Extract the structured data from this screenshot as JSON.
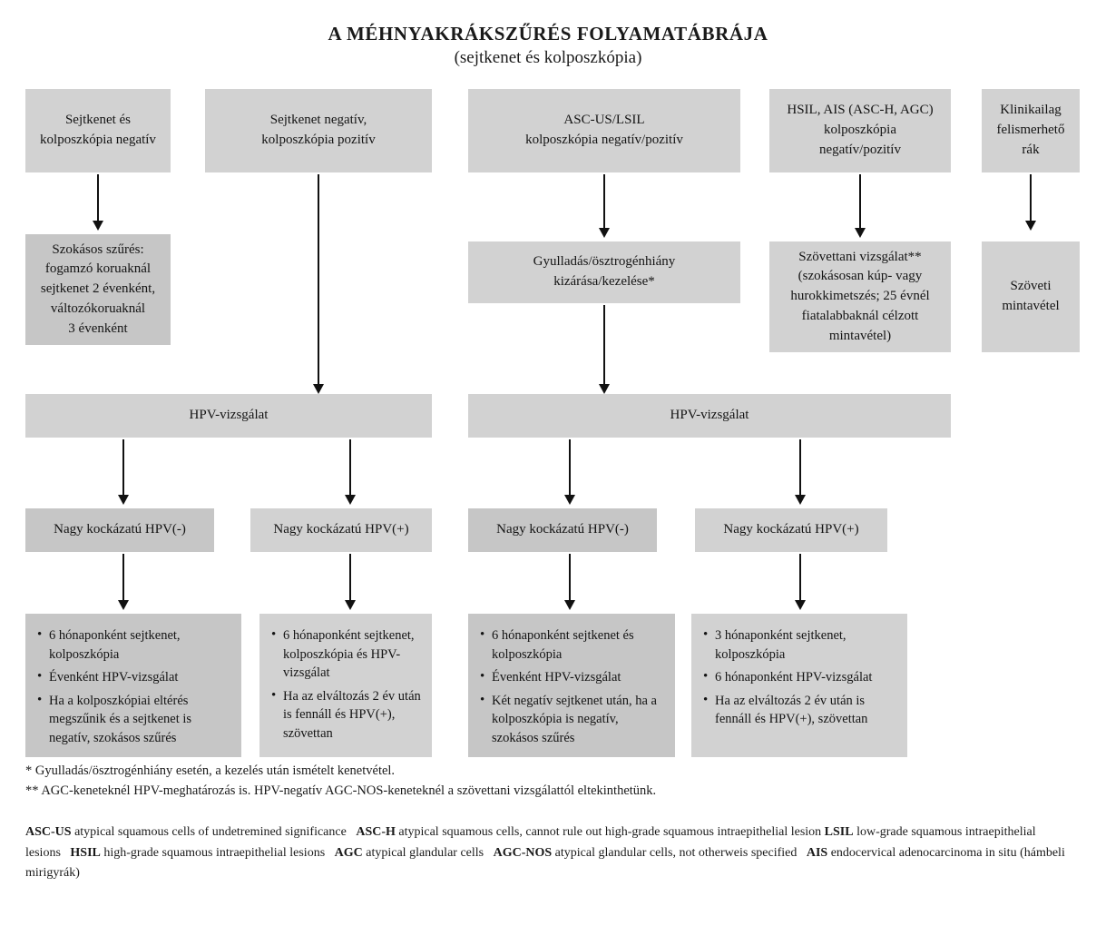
{
  "title": {
    "main": "A MÉHNYAKRÁKSZŰRÉS FOLYAMATÁBRÁJA",
    "sub": "(sejtkenet és kolposzkópia)"
  },
  "colors": {
    "box_fill": "#d2d2d2",
    "box_fill_dark": "#c6c6c6",
    "arrow": "#111111",
    "text": "#141414",
    "page_background": "#ffffff"
  },
  "nodes": {
    "top1": {
      "lines": [
        "Sejtkenet és",
        "kolposzkópia negatív"
      ]
    },
    "top2": {
      "lines": [
        "Sejtkenet negatív,",
        "kolposzkópia pozitív"
      ]
    },
    "top3": {
      "lines": [
        "ASC-US/LSIL",
        "kolposzkópia negatív/pozitív"
      ]
    },
    "top4": {
      "lines": [
        "HSIL, AIS (ASC-H, AGC)",
        "kolposzkópia",
        "negatív/pozitív"
      ]
    },
    "top5": {
      "lines": [
        "Klinikailag",
        "felismerhető",
        "rák"
      ]
    },
    "row2_screening": {
      "lines": [
        "Szokásos szűrés:",
        "fogamzó koruaknál",
        "sejtkenet 2 évenként,",
        "változókoruaknál",
        "3 évenként"
      ]
    },
    "row2_inflammation": {
      "lines": [
        "Gyulladás/ösztrogénhiány",
        "kizárása/kezelése*"
      ]
    },
    "row2_histology": {
      "lines": [
        "Szövettani vizsgálat**",
        "(szokásosan kúp- vagy",
        "hurokkimetszés; 25 évnél",
        "fiatalabbaknál célzott",
        "mintavétel)"
      ]
    },
    "row2_tissue_sample": {
      "lines": [
        "Szöveti",
        "mintavétel"
      ]
    },
    "hpv_left": {
      "lines": [
        "HPV-vizsgálat"
      ]
    },
    "hpv_right": {
      "lines": [
        "HPV-vizsgálat"
      ]
    },
    "hr_neg_left": {
      "lines": [
        "Nagy kockázatú HPV(-)"
      ]
    },
    "hr_pos_left": {
      "lines": [
        "Nagy kockázatú HPV(+)"
      ]
    },
    "hr_neg_right": {
      "lines": [
        "Nagy kockázatú HPV(-)"
      ]
    },
    "hr_pos_right": {
      "lines": [
        "Nagy kockázatú HPV(+)"
      ]
    },
    "outcome1": {
      "bullets": [
        "6 hónaponként sejtkenet, kolposzkópia",
        "Évenként HPV-vizsgálat",
        "Ha a kolposzkópiai eltérés megszűnik és a sejtkenet is negatív, szokásos szűrés"
      ]
    },
    "outcome2": {
      "bullets": [
        "6 hónaponként sejtkenet, kolposzkópia és HPV-vizsgálat",
        "Ha az elváltozás 2 év után is fennáll és HPV(+), szövettan"
      ]
    },
    "outcome3": {
      "bullets": [
        "6 hónaponként sejtkenet és kolposzkópia",
        "Évenként HPV-vizsgálat",
        "Két negatív sejtkenet után, ha a kolposzkópia is negatív, szokásos szűrés"
      ]
    },
    "outcome4": {
      "bullets": [
        "3 hónaponként sejtkenet, kolposzkópia",
        "6 hónaponként HPV-vizsgálat",
        "Ha az elváltozás 2 év után is fennáll és HPV(+), szövettan"
      ]
    }
  },
  "footnotes": {
    "one": "* Gyulladás/ösztrogénhiány esetén, a kezelés után ismételt kenetvétel.",
    "two": "** AGC-keneteknél HPV-meghatározás is. HPV-negatív AGC-NOS-keneteknél a szövettani vizsgálattól eltekinthetünk."
  },
  "legend": {
    "entries": [
      {
        "abbr": "ASC-US",
        "text": "atypical squamous cells of undetremined significance"
      },
      {
        "abbr": "ASC-H",
        "text": "atypical squamous cells, cannot rule out high-grade squamous intraepithelial lesion"
      },
      {
        "abbr": "LSIL",
        "text": "low-grade squamous intraepithelial lesions"
      },
      {
        "abbr": "HSIL",
        "text": "high-grade squamous intraepithelial lesions"
      },
      {
        "abbr": "AGC",
        "text": "atypical glandular cells"
      },
      {
        "abbr": "AGC-NOS",
        "text": "atypical glandular cells, not otherweis specified"
      },
      {
        "abbr": "AIS",
        "text": "endocervical adenocarcinoma in situ (hámbeli mirigyrák)"
      }
    ]
  },
  "chart_data": {
    "type": "diagram",
    "title": "A MÉHNYAKRÁKSZŰRÉS FOLYAMATÁBRÁJA (sejtkenet és kolposzkópia)",
    "diagram_kind": "flowchart",
    "direction": "top-to-bottom",
    "node_count": 19,
    "edge_count": 13,
    "nodes": [
      {
        "id": "top1",
        "label": "Sejtkenet és kolposzkópia negatív",
        "row": 1
      },
      {
        "id": "top2",
        "label": "Sejtkenet negatív, kolposzkópia pozitív",
        "row": 1
      },
      {
        "id": "top3",
        "label": "ASC-US/LSIL kolposzkópia negatív/pozitív",
        "row": 1
      },
      {
        "id": "top4",
        "label": "HSIL, AIS (ASC-H, AGC) kolposzkópia negatív/pozitív",
        "row": 1
      },
      {
        "id": "top5",
        "label": "Klinikailag felismerhető rák",
        "row": 1
      },
      {
        "id": "row2_screening",
        "label": "Szokásos szűrés: fogamzó koruaknál sejtkenet 2 évenként, változókoruaknál 3 évenként",
        "row": 2
      },
      {
        "id": "row2_inflammation",
        "label": "Gyulladás/ösztrogénhiány kizárása/kezelése*",
        "row": 2
      },
      {
        "id": "row2_histology",
        "label": "Szövettani vizsgálat** (szokásosan kúp- vagy hurokkimetszés; 25 évnél fiatalabbaknál célzott mintavétel)",
        "row": 2
      },
      {
        "id": "row2_tissue_sample",
        "label": "Szöveti mintavétel",
        "row": 2
      },
      {
        "id": "hpv_left",
        "label": "HPV-vizsgálat",
        "row": 3
      },
      {
        "id": "hpv_right",
        "label": "HPV-vizsgálat",
        "row": 3
      },
      {
        "id": "hr_neg_left",
        "label": "Nagy kockázatú HPV(-)",
        "row": 4
      },
      {
        "id": "hr_pos_left",
        "label": "Nagy kockázatú HPV(+)",
        "row": 4
      },
      {
        "id": "hr_neg_right",
        "label": "Nagy kockázatú HPV(-)",
        "row": 4
      },
      {
        "id": "hr_pos_right",
        "label": "Nagy kockázatú HPV(+)",
        "row": 4
      },
      {
        "id": "outcome1",
        "label": "6 hónaponként sejtkenet, kolposzkópia; Évenként HPV-vizsgálat; Ha a kolposzkópiai eltérés megszűnik és a sejtkenet is negatív, szokásos szűrés",
        "row": 5
      },
      {
        "id": "outcome2",
        "label": "6 hónaponként sejtkenet, kolposzkópia és HPV-vizsgálat; Ha az elváltozás 2 év után is fennáll és HPV(+), szövettan",
        "row": 5
      },
      {
        "id": "outcome3",
        "label": "6 hónaponként sejtkenet és kolposzkópia; Évenként HPV-vizsgálat; Két negatív sejtkenet után, ha a kolposzkópia is negatív, szokásos szűrés",
        "row": 5
      },
      {
        "id": "outcome4",
        "label": "3 hónaponként sejtkenet, kolposzkópia; 6 hónaponként HPV-vizsgálat; Ha az elváltozás 2 év után is fennáll és HPV(+), szövettan",
        "row": 5
      }
    ],
    "edges": [
      {
        "from": "top1",
        "to": "row2_screening"
      },
      {
        "from": "top2",
        "to": "hpv_left"
      },
      {
        "from": "top3",
        "to": "row2_inflammation"
      },
      {
        "from": "top4",
        "to": "row2_histology"
      },
      {
        "from": "top5",
        "to": "row2_tissue_sample"
      },
      {
        "from": "row2_inflammation",
        "to": "hpv_right"
      },
      {
        "from": "hpv_left",
        "to": "hr_neg_left"
      },
      {
        "from": "hpv_left",
        "to": "hr_pos_left"
      },
      {
        "from": "hpv_right",
        "to": "hr_neg_right"
      },
      {
        "from": "hpv_right",
        "to": "hr_pos_right"
      },
      {
        "from": "hr_neg_left",
        "to": "outcome1"
      },
      {
        "from": "hr_pos_left",
        "to": "outcome2"
      },
      {
        "from": "hr_neg_right",
        "to": "outcome3"
      },
      {
        "from": "hr_pos_right",
        "to": "outcome4"
      }
    ]
  }
}
